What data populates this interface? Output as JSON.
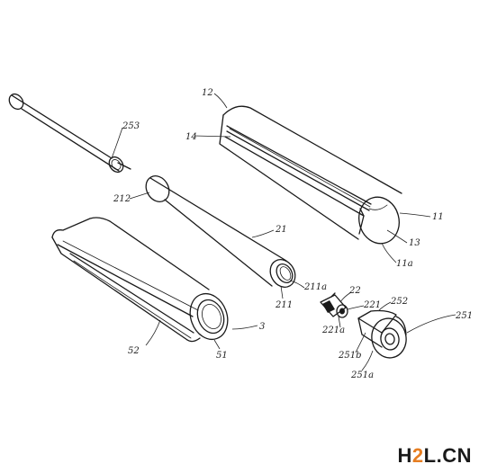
{
  "labels": {
    "l253": "253",
    "l12": "12",
    "l14": "14",
    "l11": "11",
    "l13": "13",
    "l11a": "11a",
    "l212": "212",
    "l21": "21",
    "l211a": "211a",
    "l211": "211",
    "l22": "22",
    "l221": "221",
    "l221a": "221a",
    "l252": "252",
    "l251": "251",
    "l251b": "251b",
    "l251a": "251a",
    "l3": "3",
    "l52": "52",
    "l51": "51"
  },
  "watermark": {
    "text": "H2L.CN",
    "color_dark": "#1a1a1a",
    "color_accent": "#e67e22"
  }
}
